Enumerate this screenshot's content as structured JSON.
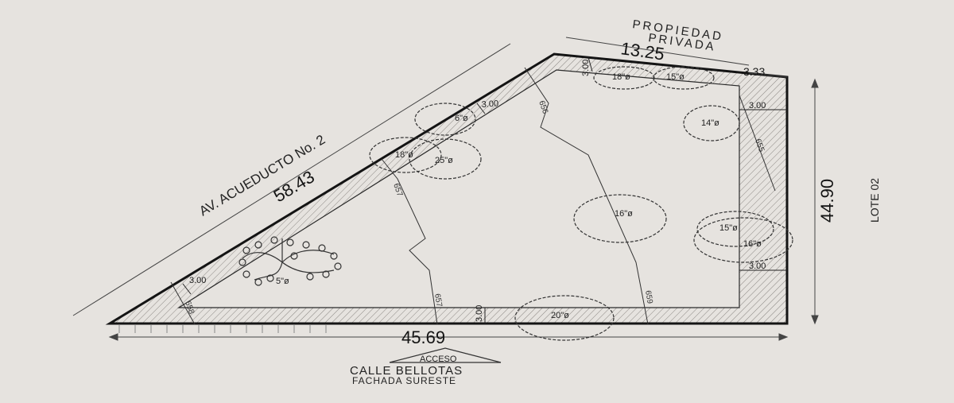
{
  "dimensions": {
    "bottom": "45.69",
    "right": "44.90",
    "diagonal": "58.43",
    "top": "13.25",
    "top_right": "3.33"
  },
  "setbacks": {
    "top": "3.00",
    "diagonal_upper": "3.00",
    "right_upper": "3.00",
    "right_lower": "3.00",
    "left_lower": "3.00",
    "bottom": "3.00"
  },
  "labels": {
    "street_main": "AV. ACUEDUCTO No. 2",
    "propiedad": "PROPIEDAD",
    "privada": "PRIVADA",
    "lote": "LOTE 02",
    "acceso": "ACCESO",
    "calle": "CALLE BELLOTAS",
    "fachada": "FACHADA SURESTE"
  },
  "trees": [
    {
      "label": "18\"ø"
    },
    {
      "label": "15\"ø"
    },
    {
      "label": "14\"ø"
    },
    {
      "label": "6\"ø"
    },
    {
      "label": "18\"ø"
    },
    {
      "label": "25\"ø"
    },
    {
      "label": "16\"ø"
    },
    {
      "label": "15\"ø"
    },
    {
      "label": "16\"ø"
    },
    {
      "label": "5\"ø"
    },
    {
      "label": "20\"ø"
    }
  ],
  "contours": [
    {
      "label": "656"
    },
    {
      "label": "657"
    },
    {
      "label": "658"
    },
    {
      "label": "657"
    },
    {
      "label": "659"
    },
    {
      "label": "655"
    }
  ],
  "colors": {
    "background": "#e6e3df",
    "line": "#141414",
    "hatch": "#8a8682"
  }
}
